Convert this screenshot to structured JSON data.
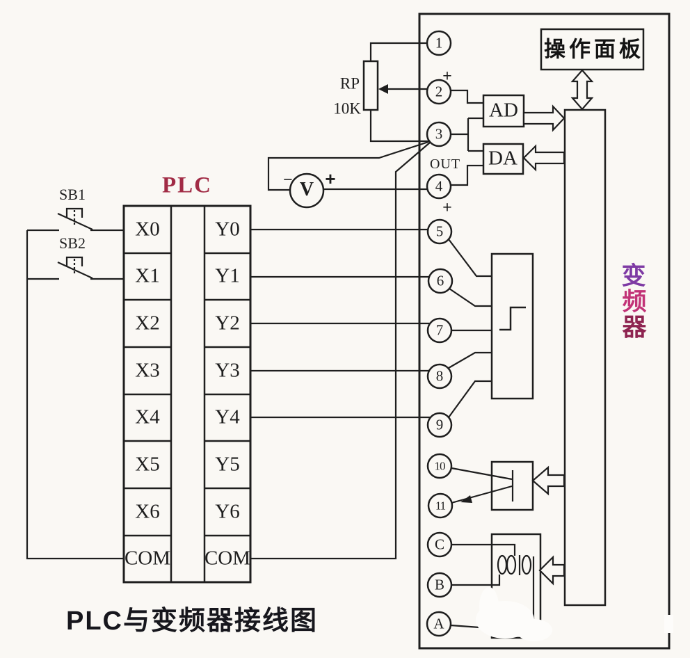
{
  "caption": "PLC与变频器接线图",
  "colors": {
    "background": "#faf8f4",
    "line": "#1e1e1e",
    "plc_title": "#a12b45",
    "caption_text": "#17171d",
    "inverter_char_colors": [
      "#7e3aa4",
      "#c23377",
      "#8e2450"
    ]
  },
  "plc": {
    "title": "PLC",
    "input_terminals": [
      "X0",
      "X1",
      "X2",
      "X3",
      "X4",
      "X5",
      "X6",
      "COM"
    ],
    "output_terminals": [
      "Y0",
      "Y1",
      "Y2",
      "Y3",
      "Y4",
      "Y5",
      "Y6",
      "COM"
    ]
  },
  "pushbuttons": [
    {
      "label": "SB1"
    },
    {
      "label": "SB2"
    }
  ],
  "potentiometer": {
    "name": "RP",
    "value": "10K"
  },
  "voltmeter": {
    "symbol": "V",
    "minus": "−",
    "plus": "+"
  },
  "inverter": {
    "name_chars": [
      "变",
      "频",
      "器"
    ],
    "operation_panel": "操作面板",
    "ad_converter": "AD",
    "da_converter": "DA",
    "out_label": "OUT",
    "terminal2_plus": "+",
    "terminal4_plus": "+",
    "terminals": [
      "1",
      "2",
      "3",
      "4",
      "5",
      "6",
      "7",
      "8",
      "9",
      "10",
      "11",
      "C",
      "B",
      "A"
    ]
  }
}
